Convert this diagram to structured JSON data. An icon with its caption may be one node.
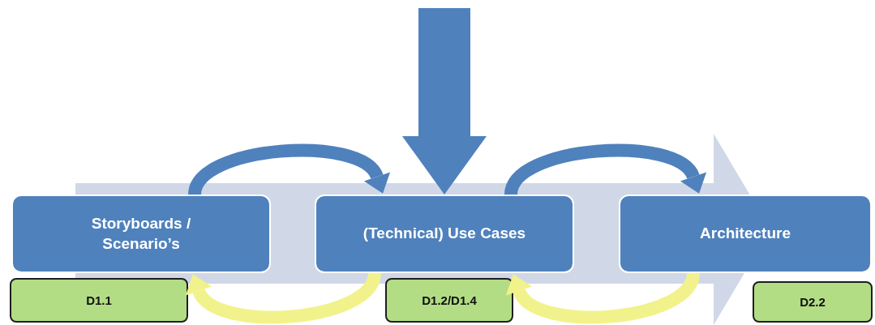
{
  "diagram": {
    "nodes": [
      {
        "text": [
          "Storyboards / Scenario’s"
        ]
      },
      {
        "text": [
          "(Technical) Use Cases"
        ]
      },
      {
        "text": [
          "Architecture"
        ]
      },
      {
        "text": [
          "D1.1"
        ]
      },
      {
        "text": [
          "D1.2/D1.4"
        ]
      },
      {
        "text": [
          "D2.2"
        ]
      }
    ],
    "edges": [
      {
        "from": 0,
        "to": 1,
        "arrow": "to"
      },
      {
        "from": 1,
        "to": 0,
        "arrow": "to",
        "color": "#f2f28c"
      },
      {
        "from": 1,
        "to": 2,
        "arrow": "to"
      },
      {
        "from": 2,
        "to": 1,
        "arrow": "to",
        "color": "#f2f28c"
      },
      {
        "from": null,
        "to": 1,
        "arrow": "to",
        "style": "thick"
      }
    ]
  }
}
